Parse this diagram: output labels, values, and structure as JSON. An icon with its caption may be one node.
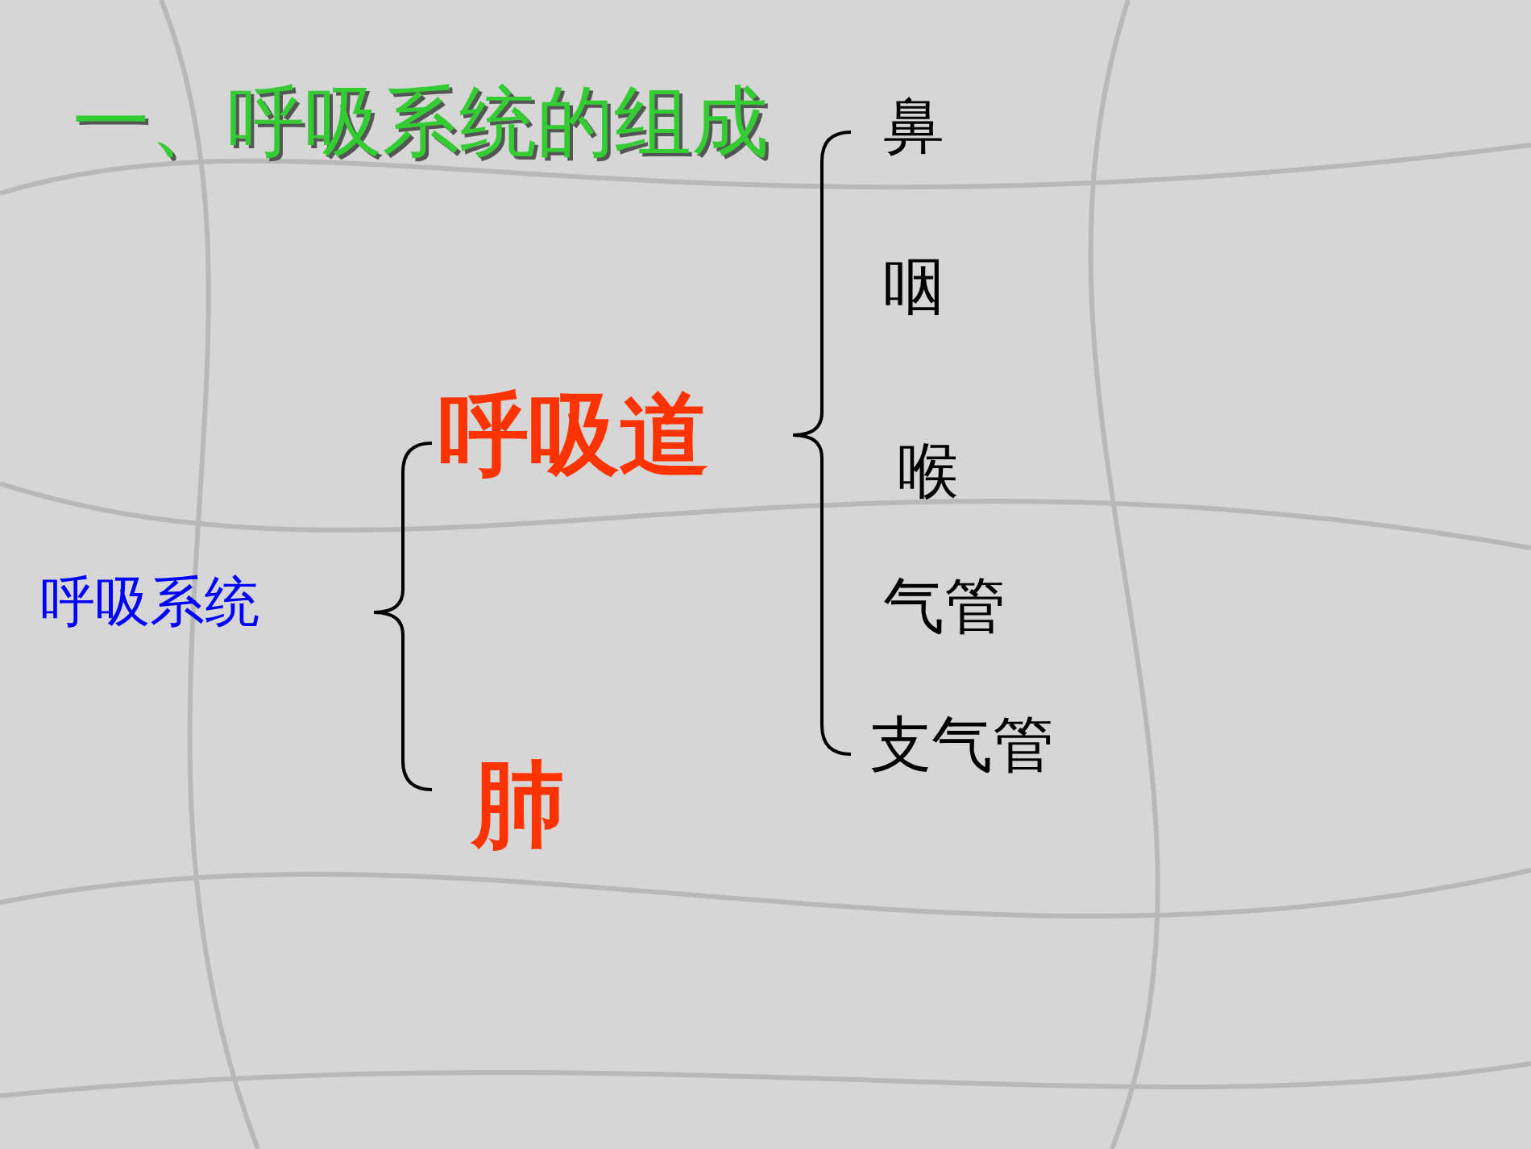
{
  "diagram": {
    "title": "一、呼吸系统的组成",
    "labels": [
      "鼻",
      "咽",
      "呼吸道",
      "喉",
      "呼吸系统",
      "气管",
      "支气管",
      "肺"
    ]
  }
}
